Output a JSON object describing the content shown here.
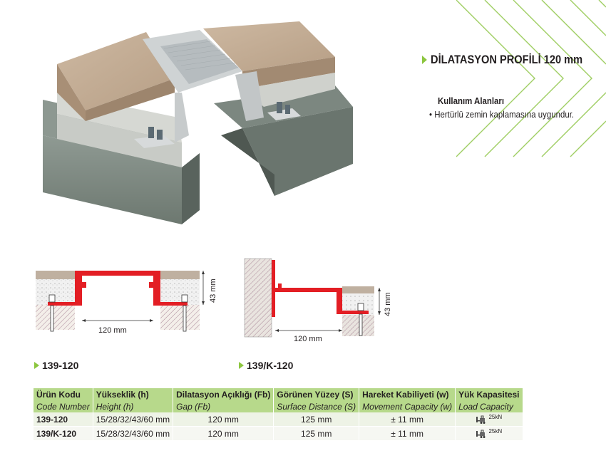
{
  "title": "DİLATASYON PROFİLİ 120 mm",
  "usage": {
    "heading": "Kullanım Alanları",
    "items": [
      "Hertürlü zemin kaplamasına uygundur."
    ]
  },
  "diagrams": [
    {
      "code": "139-120",
      "width_label": "120 mm",
      "height_label": "43 mm"
    },
    {
      "code": "139/K-120",
      "width_label": "120 mm",
      "height_label": "43 mm"
    }
  ],
  "table": {
    "headers_tr": [
      "Ürün Kodu",
      "Yükseklik (h)",
      "Dilatasyon Açıklığı (Fb)",
      "Görünen Yüzey (S)",
      "Hareket Kabiliyeti (w)",
      "Yük Kapasitesi"
    ],
    "headers_en": [
      "Code Number",
      "Height (h)",
      "Gap (Fb)",
      "Surface Distance (S)",
      "Movement Capacity (w)",
      "Load Capacity"
    ],
    "rows": [
      {
        "code": "139-120",
        "height": "15/28/32/43/60 mm",
        "gap": "120 mm",
        "surface": "125 mm",
        "movement": "± 11 mm",
        "load": "25kN"
      },
      {
        "code": "139/K-120",
        "height": "15/28/32/43/60 mm",
        "gap": "120 mm",
        "surface": "125 mm",
        "movement": "± 11 mm",
        "load": "25kN"
      }
    ]
  },
  "colors": {
    "accent": "#8cc63f",
    "profile_red": "#e31e24",
    "table_header": "#b7d98b"
  }
}
